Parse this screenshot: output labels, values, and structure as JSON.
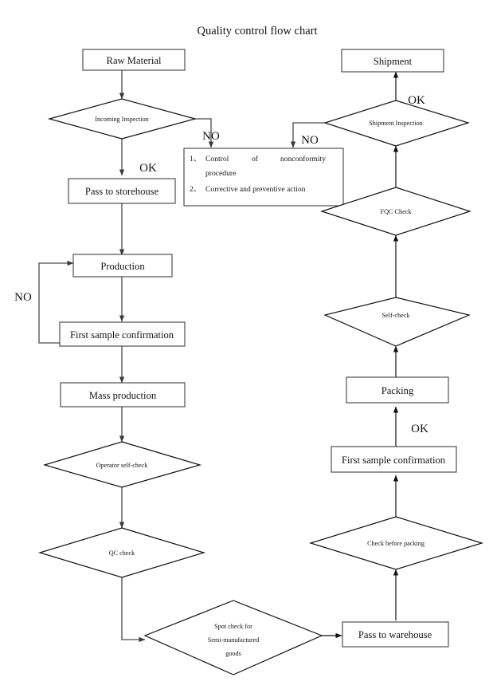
{
  "title": "Quality control flow chart",
  "nodes": {
    "raw_material": "Raw Material",
    "incoming_inspection": "Incoming Inspection",
    "pass_to_storehouse": "Pass to storehouse",
    "production": "Production",
    "first_sample_confirmation_left": "First sample confirmation",
    "mass_production": "Mass production",
    "operator_self_check": "Operator self-check",
    "qc_check": "QC check",
    "spot_check_line1": "Spot check for",
    "spot_check_line2": "Semi-manufactured",
    "spot_check_line3": "goods",
    "pass_to_warehouse": "Pass to warehouse",
    "check_before_packing": "Check before packing",
    "first_sample_confirmation_right": "First sample confirmation",
    "packing": "Packing",
    "self_check": "Self-check",
    "fqc_check": "FQC Check",
    "shipment_inspection": "Shipment Inspection",
    "shipment": "Shipment"
  },
  "nonconformity_box": {
    "item1_num": "1、",
    "item1_word1": "Control",
    "item1_word2": "of",
    "item1_word3": "nonconformity",
    "item1_line2": "procedure",
    "item2_num": "2、",
    "item2_text": "Corrective and preventive action"
  },
  "edge_labels": {
    "no_incoming": "NO",
    "no_shipment": "NO",
    "ok_incoming": "OK",
    "ok_shipment": "OK",
    "ok_packing": "OK",
    "no_first_sample": "NO"
  },
  "colors": {
    "box_stroke": "#3f3f3f",
    "diamond_stroke": "#111111",
    "connector": "#4a4a4a",
    "text": "#141414",
    "background": "#ffffff"
  }
}
